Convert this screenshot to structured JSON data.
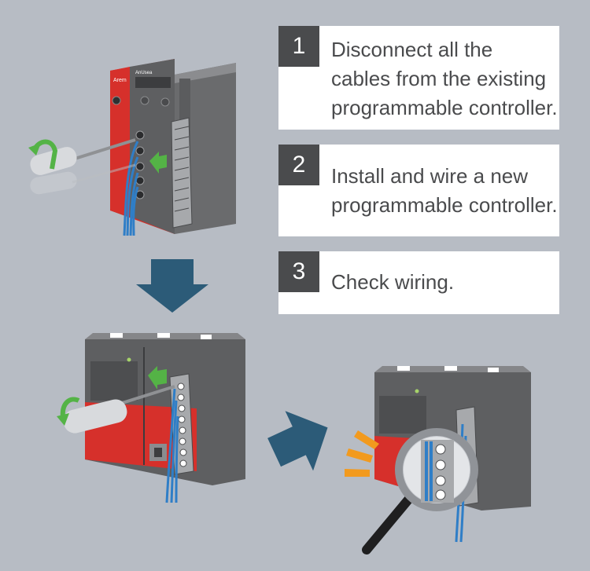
{
  "steps": [
    {
      "number": "1",
      "text": "Disconnect all the\ncables from the existing\nprogrammable controller."
    },
    {
      "number": "2",
      "text": "Install and wire a new\nprogrammable controller."
    },
    {
      "number": "3",
      "text": "Check wiring."
    }
  ],
  "device_label": {
    "brand": "Arem",
    "model": "AnUsea"
  },
  "colors": {
    "background": "#b7bcc4",
    "step_number_bg": "#4a4b4d",
    "arrow": "#2c5b78",
    "plc_red": "#d6302b",
    "plc_gray": "#5e5f61",
    "action_green": "#54b346",
    "cable_blue": "#2f7ec7",
    "highlight_orange": "#f29a1e"
  },
  "icons": [
    "screwdriver-icon",
    "rotate-arrow-icon",
    "push-arrow-icon",
    "down-arrow-icon",
    "right-arrow-icon",
    "magnifier-icon",
    "attention-burst-icon"
  ]
}
